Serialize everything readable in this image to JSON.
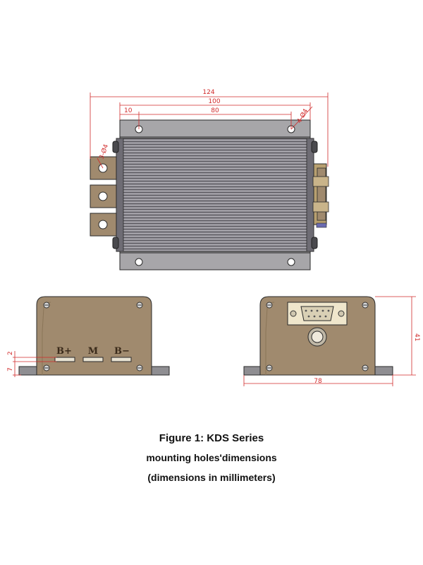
{
  "dimensions": {
    "width_overall": "124",
    "hole_span_outer": "100",
    "edge_offset": "10",
    "hole_pitch": "80",
    "mount_holes": "4-Ø4",
    "terminal_holes": "3-Ø4",
    "end_width": "78",
    "height": "41",
    "terminal_offset_small": "2",
    "terminal_offset_large": "7"
  },
  "terminals": {
    "positive": "B+",
    "motor": "M",
    "negative": "B−"
  },
  "colors": {
    "dimension": "#d12a2a",
    "body": "#a08a6e",
    "heatsink": "#8c8a90",
    "base_plate": "#9a999c",
    "outline": "#2a2a2a"
  },
  "caption": {
    "title": "Figure 1: KDS Series",
    "line2": "mounting holes'dimensions",
    "line3": "(dimensions in millimeters)"
  }
}
